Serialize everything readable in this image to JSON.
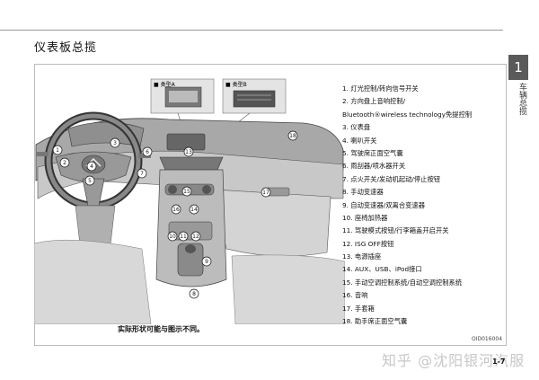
{
  "page": {
    "title": "仪表板总揽",
    "chapter_number": "1",
    "chapter_label": "车辆总揽",
    "note": "实际形状可能与图示不同。",
    "figure_code": "OID016004",
    "page_number": "1-7",
    "watermark": "知乎 @沈阳银河汽服"
  },
  "figure": {
    "inset_labels": [
      "■ 类型A",
      "■ 类型B"
    ],
    "callouts": [
      "1",
      "2",
      "3",
      "4",
      "5",
      "6",
      "7",
      "8",
      "9",
      "10",
      "11",
      "12",
      "13",
      "14",
      "15",
      "16",
      "17",
      "18"
    ]
  },
  "items": [
    "1. 灯光控制/转向信号开关",
    "2. 方向盘上音响控制/",
    "Bluetooth®wireless technology免提控制",
    "3. 仪表盘",
    "4. 喇叭开关",
    "5. 驾驶席正面空气囊",
    "6. 雨刮器/喷水器开关",
    "7. 点火开关/发动机起动/停止按钮",
    "8. 手动变速器",
    "9. 自动变速器/双离合变速器",
    "10. 座椅加热器",
    "11. 驾驶模式按钮/行李箱盖开启开关",
    "12. ISG OFF按钮",
    "13. 电源插座",
    "14. AUX、USB、iPod接口",
    "15. 手动空调控制系统/自动空调控制系统",
    "16. 音响",
    "17. 手套箱",
    "18. 助手席正面空气囊"
  ]
}
